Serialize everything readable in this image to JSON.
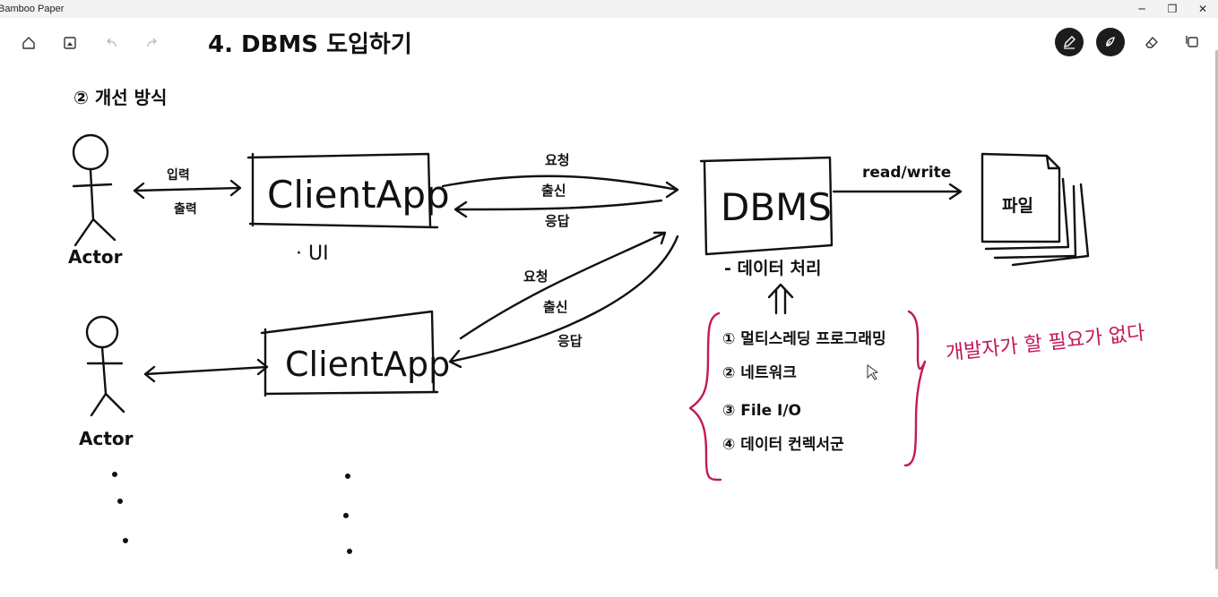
{
  "window": {
    "title": "Bamboo Paper",
    "minimize": "─",
    "maximize": "❐",
    "close": "✕"
  },
  "toolbar": {
    "home_icon": "home-icon",
    "pages_icon": "pages-icon",
    "undo_icon": "undo-icon",
    "redo_icon": "redo-icon",
    "pen_icon": "pen-icon",
    "brush_icon": "brush-icon",
    "eraser_icon": "eraser-icon",
    "crop_icon": "crop-icon"
  },
  "note": {
    "heading": "4. DBMS 도입하기",
    "subheading": "② 개선 방식",
    "actor1": "Actor",
    "actor2": "Actor",
    "arrow1_top": "입력",
    "arrow1_bottom": "출력",
    "client_app1": "ClientApp",
    "client_app1_note": "· UI",
    "client_app2": "ClientApp",
    "top_req": "요청",
    "top_send": "출신",
    "top_res": "응답",
    "mid_req": "요청",
    "mid_send": "출신",
    "mid_res": "응답",
    "dbms": "DBMS",
    "dbms_note": "- 데이터 처리",
    "read_write": "read/write",
    "file": "파일",
    "list": [
      "① 멀티스레딩 프로그래밍",
      "② 네트워크",
      "③ File I/O",
      "④ 데이터 컨렉서군"
    ],
    "pink_note": "개발자가 할 필요가 없다"
  },
  "colors": {
    "ink": "#111111",
    "pink": "#c2185b",
    "titlebar": "#f3f3f3",
    "tool_active": "#1c1c1c"
  }
}
